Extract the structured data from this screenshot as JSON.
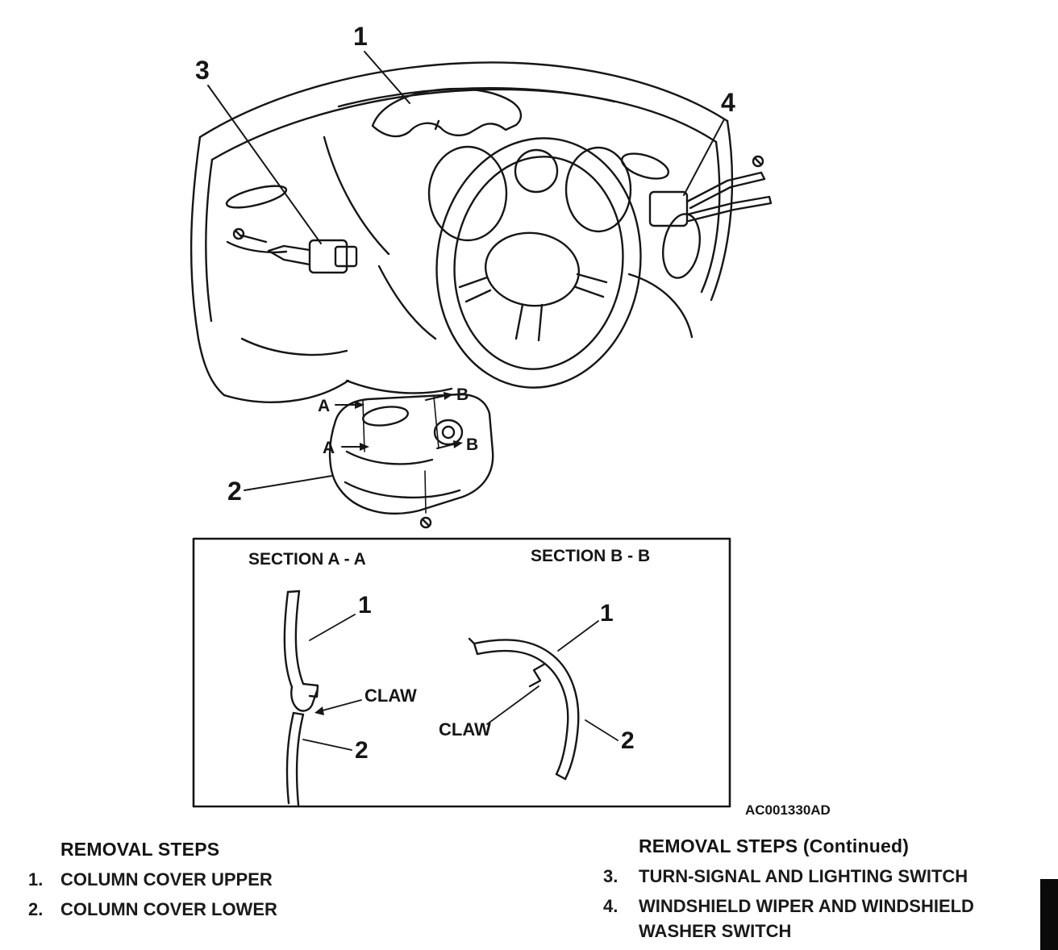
{
  "figure": {
    "code": "AC001330AD",
    "main": {
      "callout_1": "1",
      "callout_2": "2",
      "callout_3": "3",
      "callout_4": "4",
      "arrow_a": "A",
      "arrow_b": "B"
    },
    "section_a": {
      "title": "SECTION A - A",
      "callout_1": "1",
      "claw": "CLAW",
      "callout_2": "2"
    },
    "section_b": {
      "title": "SECTION B - B",
      "callout_1": "1",
      "claw": "CLAW",
      "callout_2": "2"
    }
  },
  "steps_left": {
    "title": "REMOVAL STEPS",
    "items": [
      {
        "num": "1.",
        "label": "COLUMN COVER UPPER"
      },
      {
        "num": "2.",
        "label": "COLUMN COVER LOWER"
      }
    ]
  },
  "steps_right": {
    "title": "REMOVAL STEPS (Continued)",
    "items": [
      {
        "num": "3.",
        "label": "TURN-SIGNAL AND LIGHTING SWITCH"
      },
      {
        "num": "4.",
        "label": "WINDSHIELD WIPER AND WINDSHIELD WASHER SWITCH"
      }
    ]
  }
}
